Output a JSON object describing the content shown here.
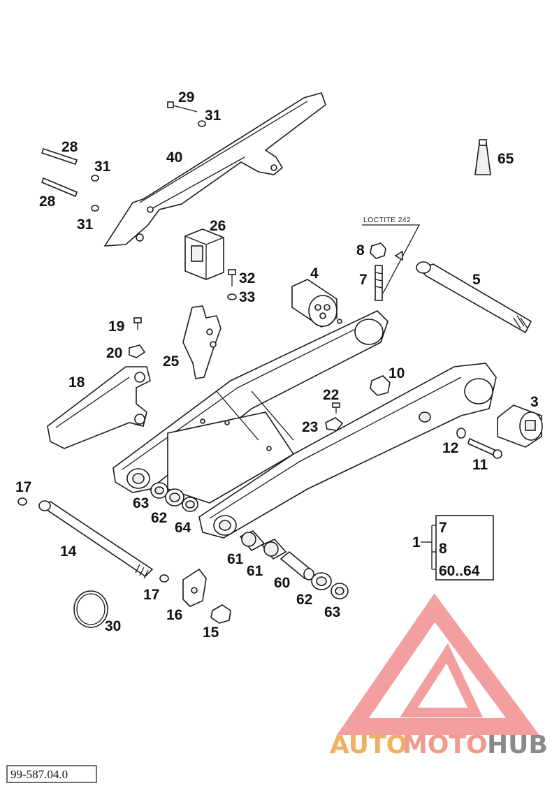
{
  "labels": {
    "l29": "29",
    "l31a": "31",
    "l28a": "28",
    "l31b": "31",
    "l28b": "28",
    "l31c": "31",
    "l40": "40",
    "l65": "65",
    "l26": "26",
    "l8": "8",
    "l7": "7",
    "l5": "5",
    "l4": "4",
    "l32": "32",
    "l33": "33",
    "l19": "19",
    "l20": "20",
    "l25": "25",
    "l18": "18",
    "l10": "10",
    "l3": "3",
    "l22": "22",
    "l23": "23",
    "l12": "12",
    "l11": "11",
    "l17a": "17",
    "l63a": "63",
    "l62a": "62",
    "l64": "64",
    "l14": "14",
    "l61a": "61",
    "l61b": "61",
    "l60": "60",
    "l62b": "62",
    "l63b": "63",
    "l17b": "17",
    "l16": "16",
    "l15": "15",
    "l30": "30",
    "l1": "1"
  },
  "loctite_note": "LOCTITE 242",
  "kit_box": {
    "items": [
      "7",
      "8",
      "60..64"
    ]
  },
  "doc_ref": "99-587.04.0",
  "watermark": {
    "part1": "AUTO",
    "part2": "MOTO",
    "part3": "HUB"
  },
  "colors": {
    "watermark_red": "#f08080",
    "watermark_orange": "#f0b062",
    "watermark_gray": "#8a8a8a"
  }
}
